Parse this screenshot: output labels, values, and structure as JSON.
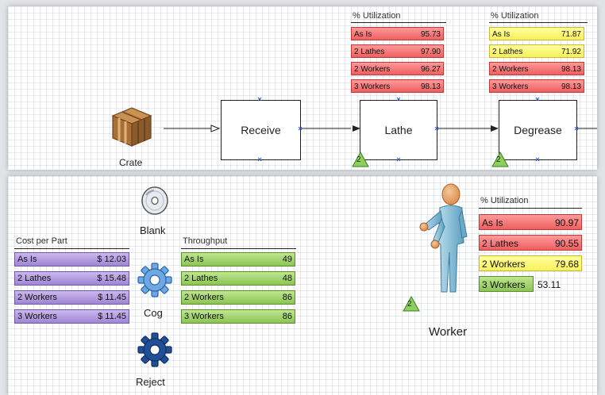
{
  "process": {
    "crate_label": "Crate",
    "receive_label": "Receive",
    "lathe_label": "Lathe",
    "degrease_label": "Degrease",
    "lathe_badge": "2",
    "degrease_badge": "2"
  },
  "lathe_utilization": {
    "title": "% Utilization",
    "rows": [
      {
        "label": "As Is",
        "value": "95.73",
        "color": "red"
      },
      {
        "label": "2 Lathes",
        "value": "97.90",
        "color": "red"
      },
      {
        "label": "2 Workers",
        "value": "96.27",
        "color": "red"
      },
      {
        "label": "3 Workers",
        "value": "98.13",
        "color": "red"
      }
    ]
  },
  "degrease_utilization": {
    "title": "% Utilization",
    "rows": [
      {
        "label": "As Is",
        "value": "71.87",
        "color": "yellow"
      },
      {
        "label": "2 Lathes",
        "value": "71.92",
        "color": "yellow"
      },
      {
        "label": "2 Workers",
        "value": "98.13",
        "color": "red"
      },
      {
        "label": "3 Workers",
        "value": "98.13",
        "color": "red"
      }
    ]
  },
  "cost_per_part": {
    "title": "Cost per Part",
    "rows": [
      {
        "label": "As Is",
        "value": "$ 12.03"
      },
      {
        "label": "2 Lathes",
        "value": "$ 15.48"
      },
      {
        "label": "2 Workers",
        "value": "$ 11.45"
      },
      {
        "label": "3 Workers",
        "value": "$ 11.45"
      }
    ]
  },
  "throughput": {
    "title": "Throughput",
    "rows": [
      {
        "label": "As Is",
        "value": "49"
      },
      {
        "label": "2 Lathes",
        "value": "48"
      },
      {
        "label": "2 Workers",
        "value": "86"
      },
      {
        "label": "3 Workers",
        "value": "86"
      }
    ]
  },
  "entities": {
    "blank_label": "Blank",
    "cog_label": "Cog",
    "reject_label": "Reject"
  },
  "worker": {
    "label": "Worker",
    "badge": "2",
    "utilization_title": "% Utilization",
    "rows": [
      {
        "label": "As Is",
        "value": "90.97",
        "color": "red"
      },
      {
        "label": "2 Lathes",
        "value": "90.55",
        "color": "red"
      },
      {
        "label": "2 Workers",
        "value": "79.68",
        "color": "yellow"
      },
      {
        "label": "3 Workers",
        "value": "53.11",
        "color": "green",
        "fill": 0.53
      }
    ]
  },
  "colors": {
    "red": "#ee5f5f",
    "yellow": "#f8f05c",
    "purple": "#9f86d2",
    "green": "#8cc454",
    "cog_blue": "#2a62b0",
    "crate_brown": "#a87037",
    "worker_blue": "#8fc4dc"
  },
  "icons": [
    "crate-icon",
    "cd-disc-icon",
    "cog-icon",
    "reject-cog-icon",
    "worker-figure-icon"
  ]
}
